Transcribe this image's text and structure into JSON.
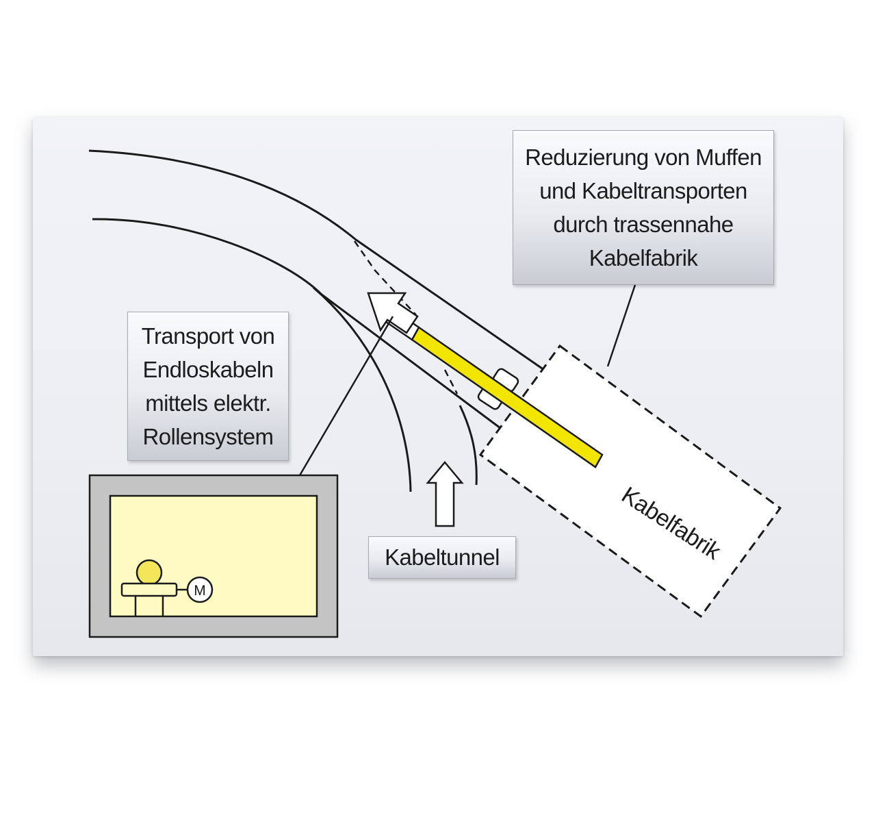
{
  "labels": {
    "muffen": [
      "Reduzierung von Muffen",
      "und Kabeltransporten",
      "durch trassennahe",
      "Kabelfabrik"
    ],
    "transport": [
      "Transport von",
      "Endloskabeln",
      "mittels elektr.",
      "Rollensystem"
    ],
    "tunnel": "Kabeltunnel",
    "fabrik": "Kabelfabrik",
    "motor": "M"
  },
  "icons": {
    "arrow_left_up": "white-arrow",
    "arrow_up": "white-arrow"
  },
  "colors": {
    "cable": "#f2e600",
    "room_fill": "#fffbc2",
    "room_border": "#c4c4c4",
    "person": "#f3e65a",
    "line": "#1a1a1a"
  }
}
